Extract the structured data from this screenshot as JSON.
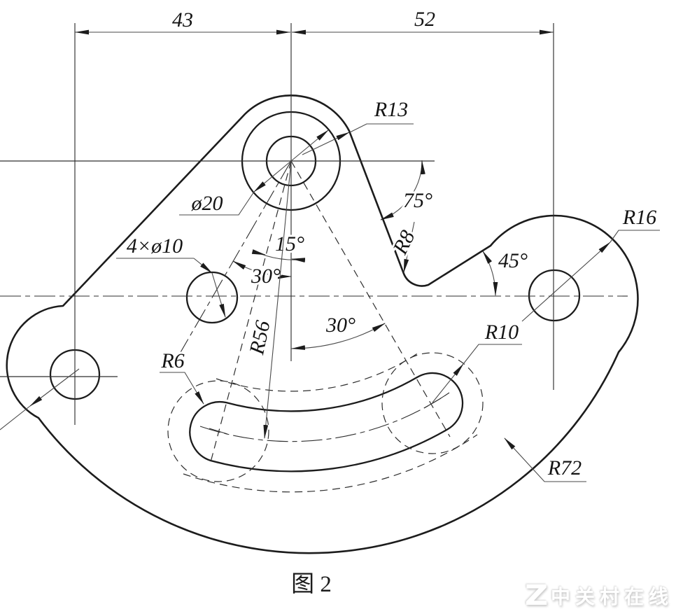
{
  "drawing": {
    "title": "engineering plate drawing",
    "dims": {
      "width_left": "43",
      "width_right": "52",
      "r13": "R13",
      "phi20": "ø20",
      "phi10_holes": "4×ø10",
      "a15": "15°",
      "a30_upper": "30°",
      "a30_lower": "30°",
      "r56": "R56",
      "r8": "R8",
      "a75": "75°",
      "a45": "45°",
      "r16": "R16",
      "r10": "R10",
      "r72": "R72",
      "r6": "R6"
    },
    "line_color": "#1c1c1c",
    "background": "#ffffff"
  },
  "caption": "图 2",
  "watermark": {
    "logo": "Z",
    "text": "中关村在线"
  }
}
